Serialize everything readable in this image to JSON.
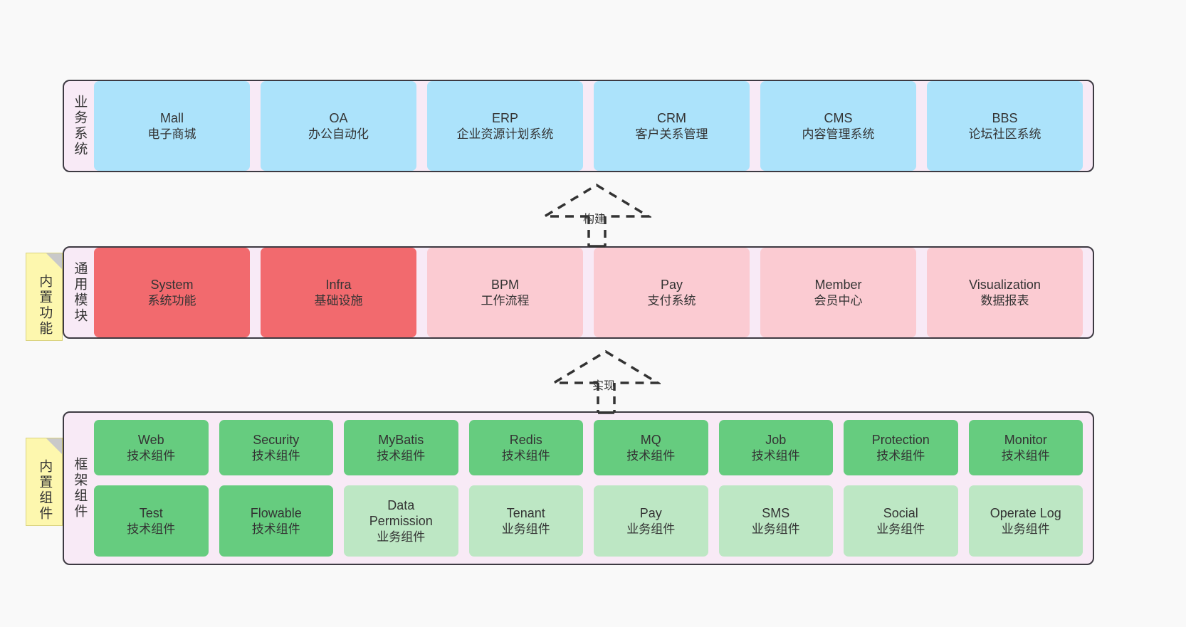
{
  "page": {
    "background": "#f9f9f9",
    "border_color": "#3d3a42",
    "panel_background": "#f8eaf6",
    "note_background": "#fdf7ae"
  },
  "notes": [
    {
      "id": "builtin-function",
      "text": "内置功能"
    },
    {
      "id": "builtin-component",
      "text": "内置组件"
    }
  ],
  "connectors": [
    {
      "id": "build",
      "label": "构建"
    },
    {
      "id": "implement",
      "label": "实现"
    }
  ],
  "layers": [
    {
      "id": "business-system",
      "title": "业务系统",
      "rows": [
        [
          {
            "en": "Mall",
            "cn": "电子商城",
            "color": "c-blue"
          },
          {
            "en": "OA",
            "cn": "办公自动化",
            "color": "c-blue"
          },
          {
            "en": "ERP",
            "cn": "企业资源计划系统",
            "color": "c-blue"
          },
          {
            "en": "CRM",
            "cn": "客户关系管理",
            "color": "c-blue"
          },
          {
            "en": "CMS",
            "cn": "内容管理系统",
            "color": "c-blue"
          },
          {
            "en": "BBS",
            "cn": "论坛社区系统",
            "color": "c-blue"
          }
        ]
      ]
    },
    {
      "id": "common-module",
      "title": "通用模块",
      "rows": [
        [
          {
            "en": "System",
            "cn": "系统功能",
            "color": "c-red"
          },
          {
            "en": "Infra",
            "cn": "基础设施",
            "color": "c-red"
          },
          {
            "en": "BPM",
            "cn": "工作流程",
            "color": "c-pink"
          },
          {
            "en": "Pay",
            "cn": "支付系统",
            "color": "c-pink"
          },
          {
            "en": "Member",
            "cn": "会员中心",
            "color": "c-pink"
          },
          {
            "en": "Visualization",
            "cn": "数据报表",
            "color": "c-pink"
          }
        ]
      ]
    },
    {
      "id": "framework-component",
      "title": "框架组件",
      "rows": [
        [
          {
            "en": "Web",
            "cn": "技术组件",
            "color": "c-green"
          },
          {
            "en": "Security",
            "cn": "技术组件",
            "color": "c-green"
          },
          {
            "en": "MyBatis",
            "cn": "技术组件",
            "color": "c-green"
          },
          {
            "en": "Redis",
            "cn": "技术组件",
            "color": "c-green"
          },
          {
            "en": "MQ",
            "cn": "技术组件",
            "color": "c-green"
          },
          {
            "en": "Job",
            "cn": "技术组件",
            "color": "c-green"
          },
          {
            "en": "Protection",
            "cn": "技术组件",
            "color": "c-green"
          },
          {
            "en": "Monitor",
            "cn": "技术组件",
            "color": "c-green"
          }
        ],
        [
          {
            "en": "Test",
            "cn": "技术组件",
            "color": "c-green"
          },
          {
            "en": "Flowable",
            "cn": "技术组件",
            "color": "c-green"
          },
          {
            "en": "Data Permission",
            "cn": "业务组件",
            "color": "c-lightgreen"
          },
          {
            "en": "Tenant",
            "cn": "业务组件",
            "color": "c-lightgreen"
          },
          {
            "en": "Pay",
            "cn": "业务组件",
            "color": "c-lightgreen"
          },
          {
            "en": "SMS",
            "cn": "业务组件",
            "color": "c-lightgreen"
          },
          {
            "en": "Social",
            "cn": "业务组件",
            "color": "c-lightgreen"
          },
          {
            "en": "Operate Log",
            "cn": "业务组件",
            "color": "c-lightgreen"
          }
        ]
      ]
    }
  ]
}
